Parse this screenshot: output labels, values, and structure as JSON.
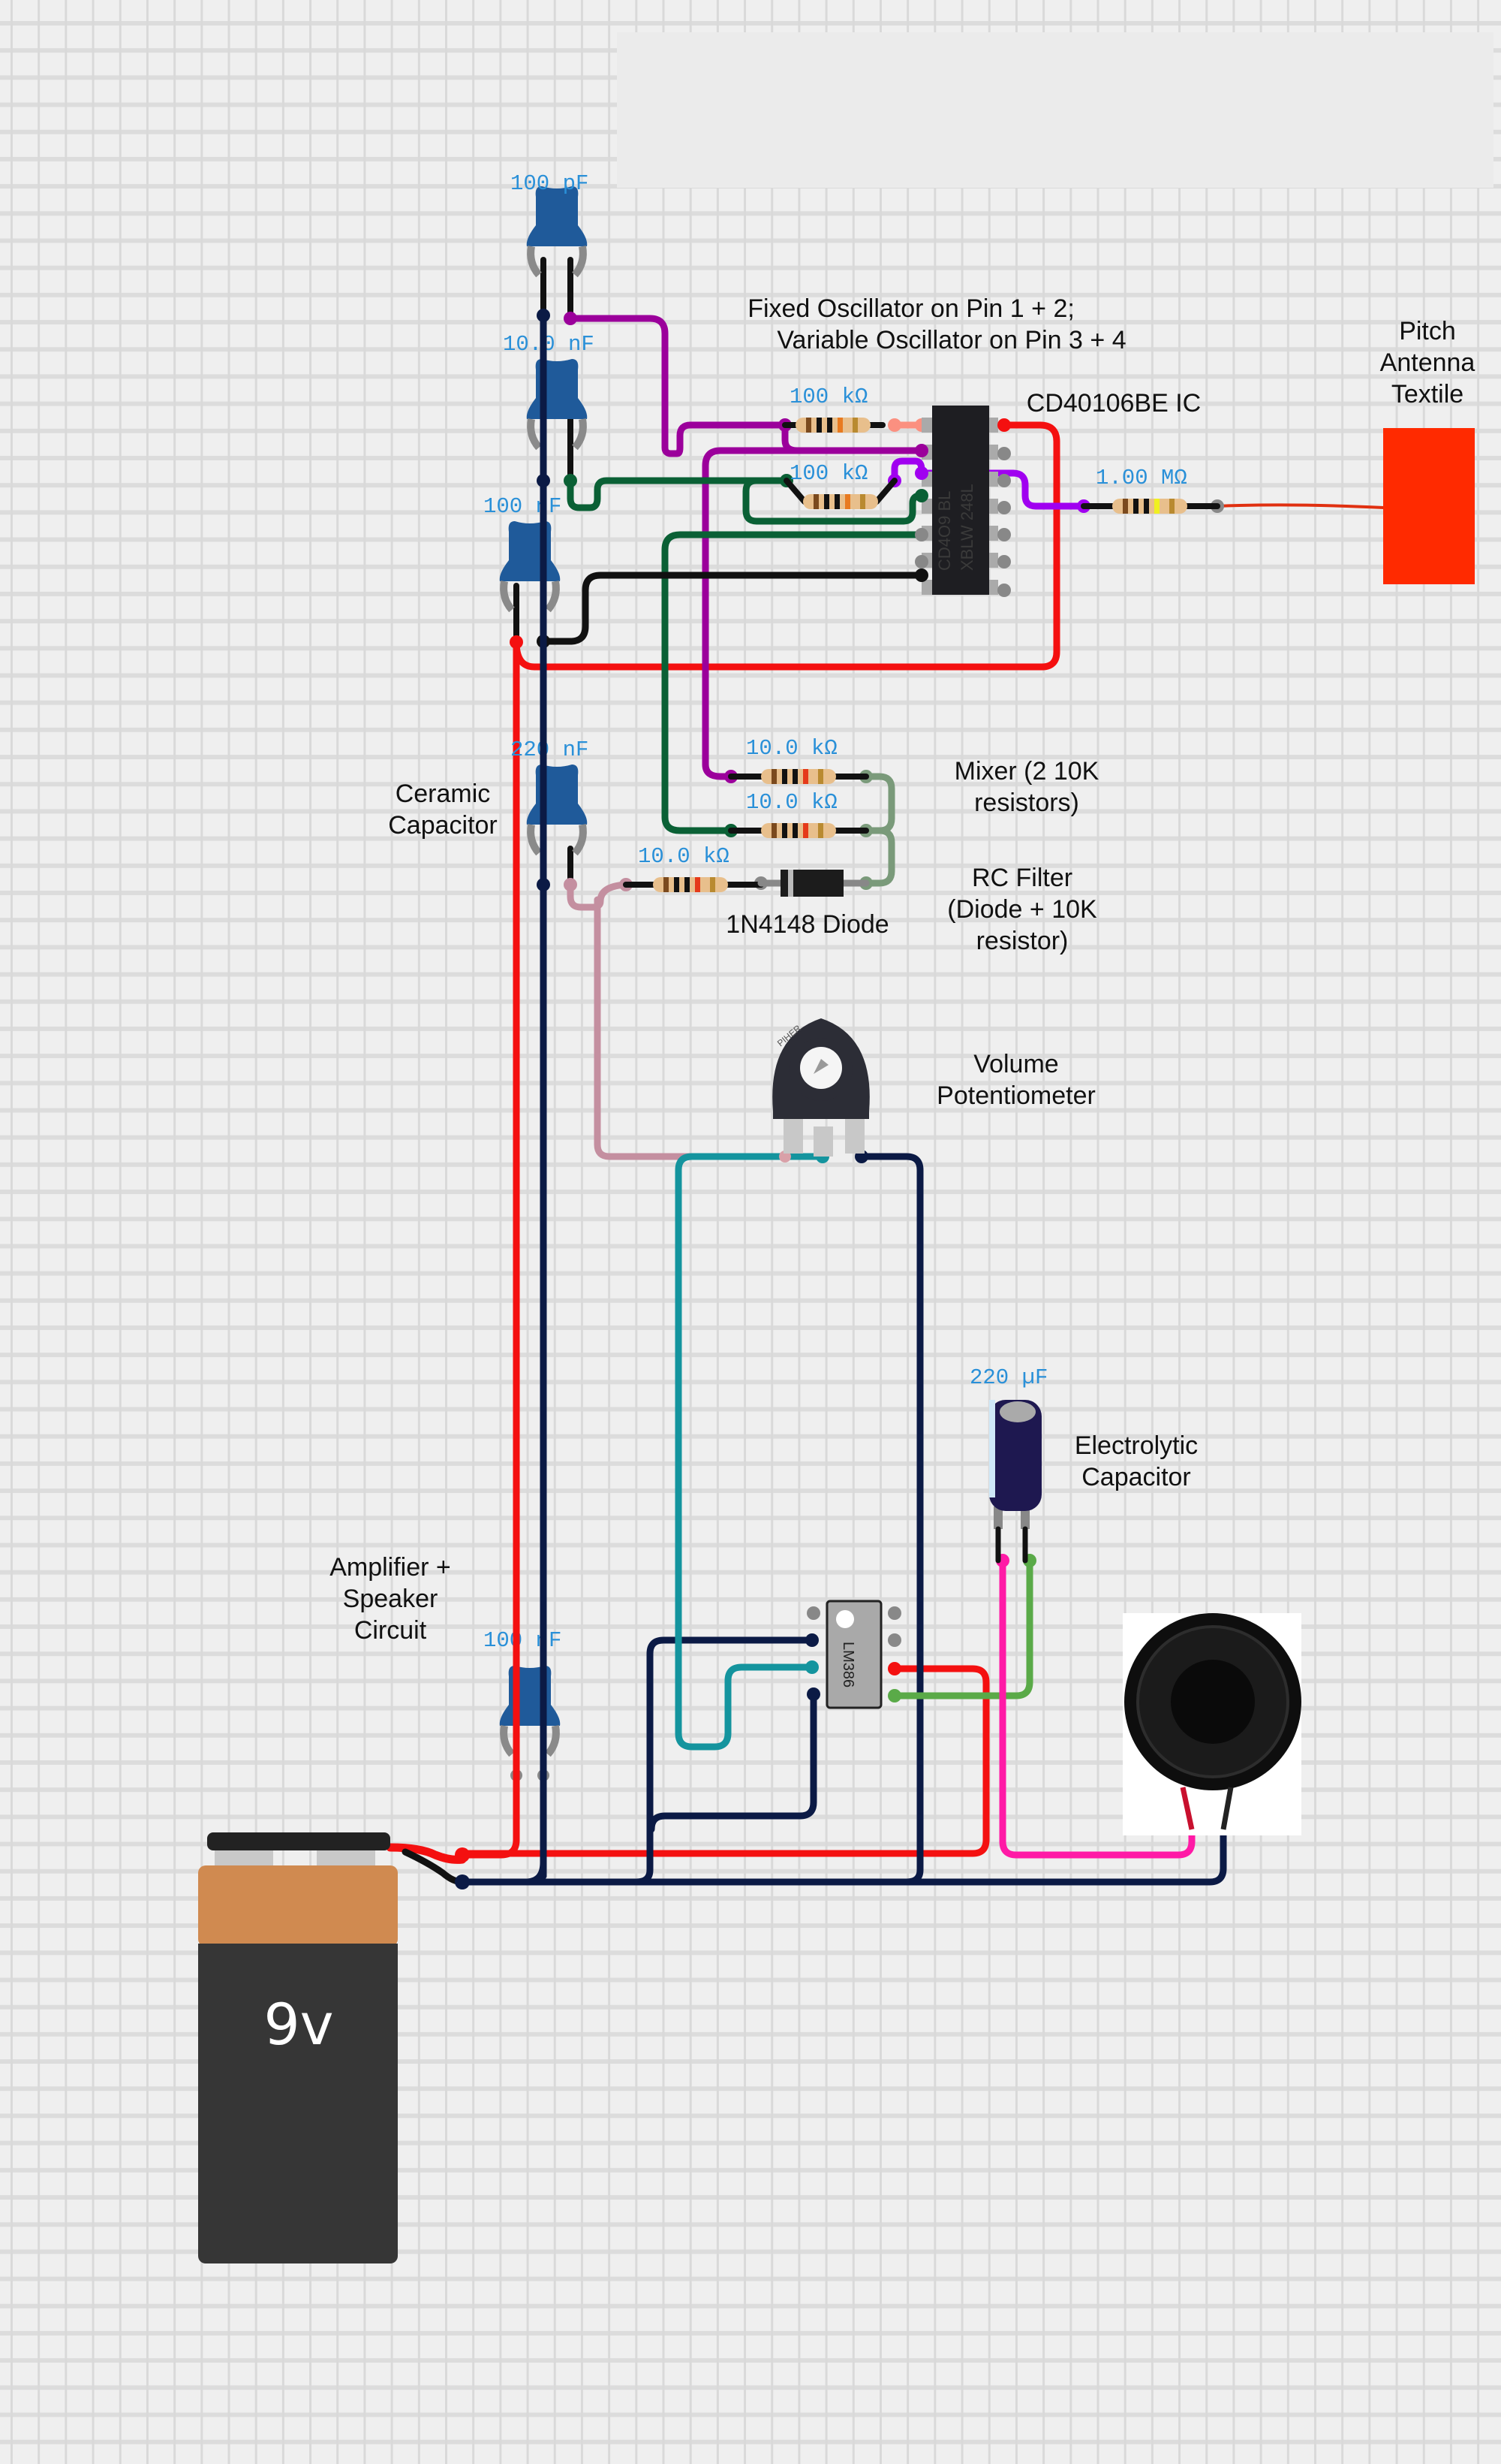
{
  "diagram": {
    "title_note": "Fixed Oscillator on Pin 1 + 2; Variable Oscillator on Pin 3 + 4",
    "labels": {
      "oscillator_line1": "Fixed Oscillator on Pin 1 + 2;",
      "oscillator_line2": "Variable Oscillator on Pin 3 + 4",
      "ic_label": "CD40106BE IC",
      "antenna_line1": "Pitch",
      "antenna_line2": "Antenna",
      "antenna_line3": "Textile",
      "ceramic_line1": "Ceramic",
      "ceramic_line2": "Capacitor",
      "mixer_line1": "Mixer (2 10K",
      "mixer_line2": "resistors)",
      "rc_line1": "RC Filter",
      "rc_line2": "(Diode + 10K",
      "rc_line3": "resistor)",
      "diode_label": "1N4148 Diode",
      "pot_line1": "Volume",
      "pot_line2": "Potentiometer",
      "elec_line1": "Electrolytic",
      "elec_line2": "Capacitor",
      "amp_line1": "Amplifier +",
      "amp_line2": "Speaker",
      "amp_line3": "Circuit",
      "battery_label": "9v",
      "lm386_label": "LM386",
      "ic_chip_text1": "CD4O9 BL",
      "ic_chip_text2": "XBLW 248L"
    },
    "component_values": {
      "cap1": "100 pF",
      "cap2": "10.0 nF",
      "cap3": "100 nF",
      "cap4": "220 nF",
      "cap5": "100 nF",
      "res_fixed": "100 kΩ",
      "res_variable": "100 kΩ",
      "res_antenna": "1.00 MΩ",
      "res_mix1": "10.0 kΩ",
      "res_mix2": "10.0 kΩ",
      "res_filter": "10.0 kΩ",
      "elec_cap": "220 µF"
    },
    "colors": {
      "vcc": "#f41010",
      "gnd": "#0b1a45",
      "purple": "#9b009b",
      "violet": "#a000f0",
      "green": "#0a6035",
      "mauve": "#c48fa0",
      "sage": "#7a9a7a",
      "teal": "#14949e",
      "pink": "#ff1aa6",
      "lime": "#5aaa48",
      "antenna": "#ff2a00",
      "value_text": "#2a90d8"
    }
  }
}
